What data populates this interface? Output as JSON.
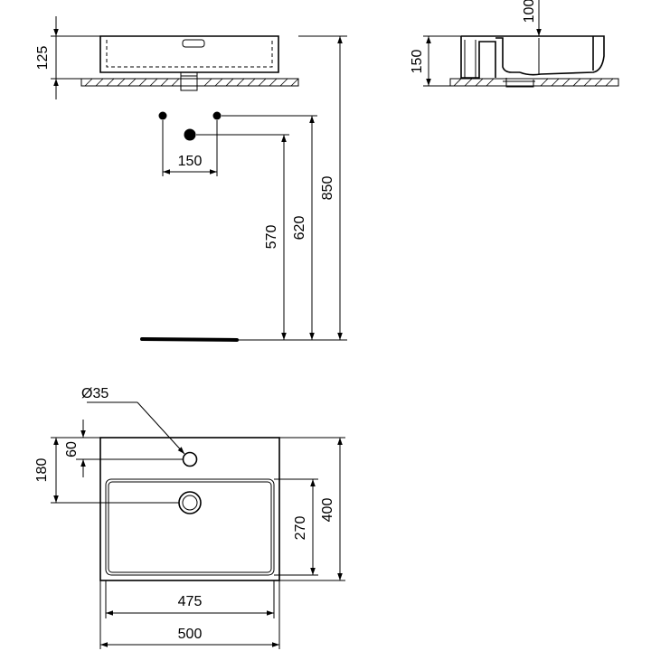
{
  "drawing": {
    "front_view": {
      "basin_height": "125",
      "tap_spacing": "150",
      "waste_height": "570",
      "supply_height": "620",
      "floor_to_counter": "850"
    },
    "side_view": {
      "overall_height": "150",
      "inner_depth": "100"
    },
    "plan_view": {
      "tap_hole_diameter": "Ø35",
      "tap_hole_offset": "60",
      "drain_offset": "180",
      "bowl_depth": "270",
      "overall_depth": "400",
      "bowl_width": "475",
      "overall_width": "500"
    }
  }
}
